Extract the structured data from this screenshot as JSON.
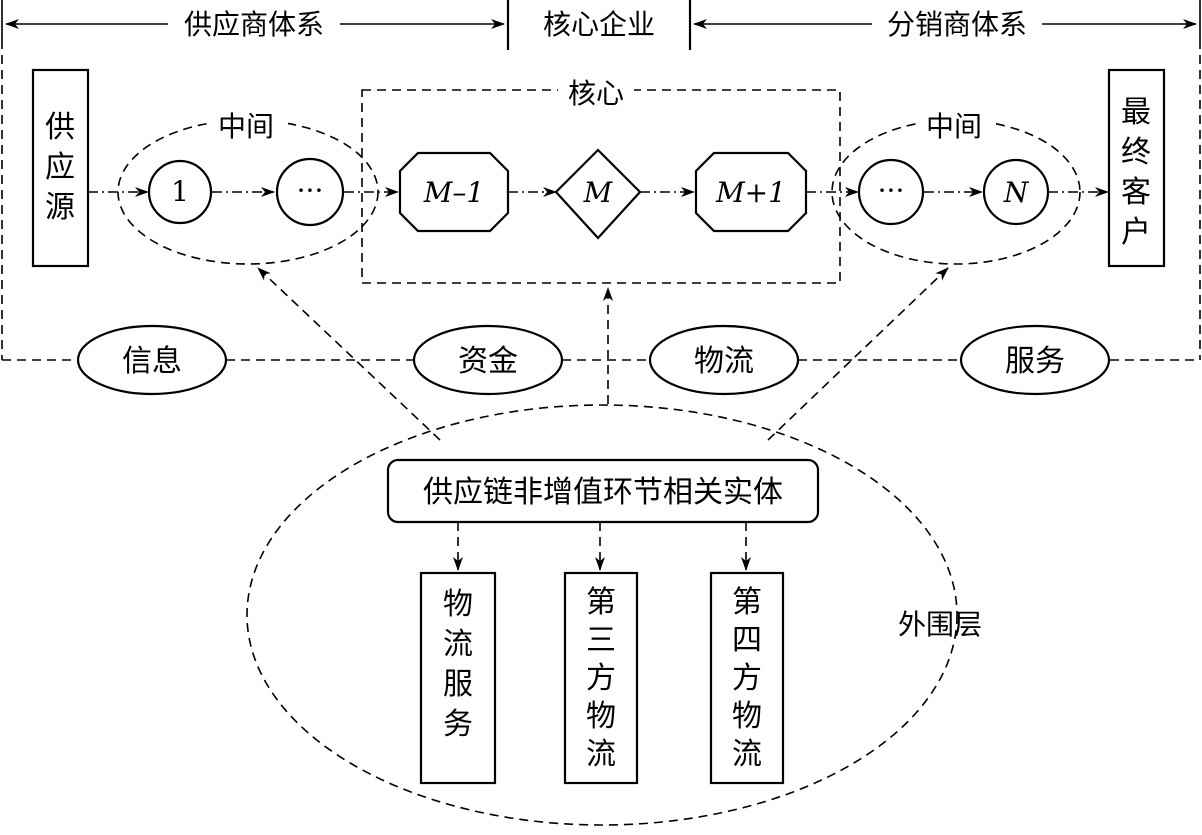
{
  "header": {
    "supplier_system": "供应商体系",
    "core_enterprise": "核心企业",
    "distributor_system": "分销商体系"
  },
  "labels": {
    "core": "核心",
    "middle_left": "中间",
    "middle_right": "中间",
    "periphery": "外围层"
  },
  "source": [
    "供",
    "应",
    "源"
  ],
  "customer": [
    "最",
    "终",
    "客",
    "户"
  ],
  "nodes": {
    "n1": "1",
    "dots_left": "···",
    "m_minus_1": "M–1",
    "m": "M",
    "m_plus_1": "M+1",
    "dots_right": "···",
    "n": "N"
  },
  "flows": {
    "info": "信息",
    "funds": "资金",
    "logistics": "物流",
    "service": "服务"
  },
  "entity_box": "供应链非增值环节相关实体",
  "sub_boxes": {
    "logistics_service": [
      "物",
      "流",
      "服",
      "务"
    ],
    "third_party": [
      "第",
      "三",
      "方",
      "物",
      "流"
    ],
    "fourth_party": [
      "第",
      "四",
      "方",
      "物",
      "流"
    ]
  }
}
